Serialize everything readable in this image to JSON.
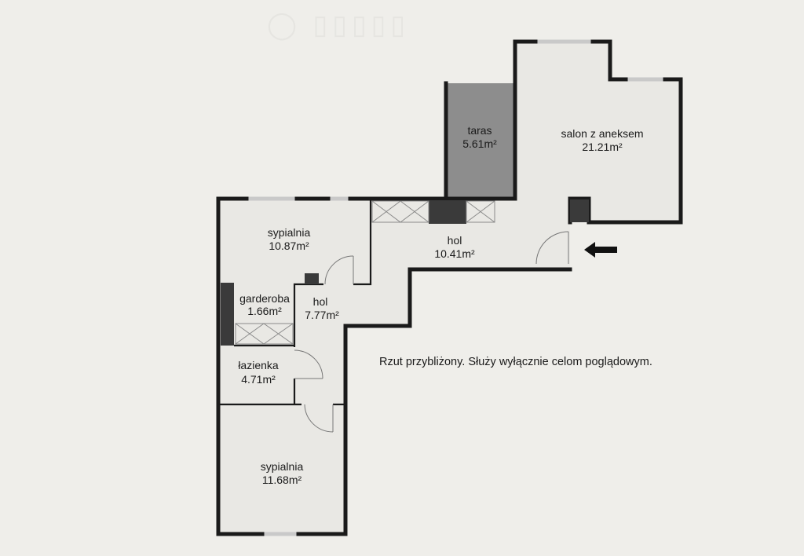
{
  "rooms": {
    "taras": {
      "name": "taras",
      "area": "5.61m²"
    },
    "salon": {
      "name": "salon z aneksem",
      "area": "21.21m²"
    },
    "sypialnia1": {
      "name": "sypialnia",
      "area": "10.87m²"
    },
    "hol1": {
      "name": "hol",
      "area": "10.41m²"
    },
    "garderoba": {
      "name": "garderoba",
      "area": "1.66m²"
    },
    "hol2": {
      "name": "hol",
      "area": "7.77m²"
    },
    "lazienka": {
      "name": "łazienka",
      "area": "4.71m²"
    },
    "sypialnia2": {
      "name": "sypialnia",
      "area": "11.68m²"
    }
  },
  "note": "Rzut przybliżony. Służy wyłącznie celom poglądowym.",
  "entrance_icon": "arrow-left-icon",
  "colors": {
    "background": "#efeeea",
    "floor": "#e9e8e4",
    "terrace": "#8d8d8d",
    "wall": "#1a1a1a",
    "column": "#3a3a3a"
  }
}
